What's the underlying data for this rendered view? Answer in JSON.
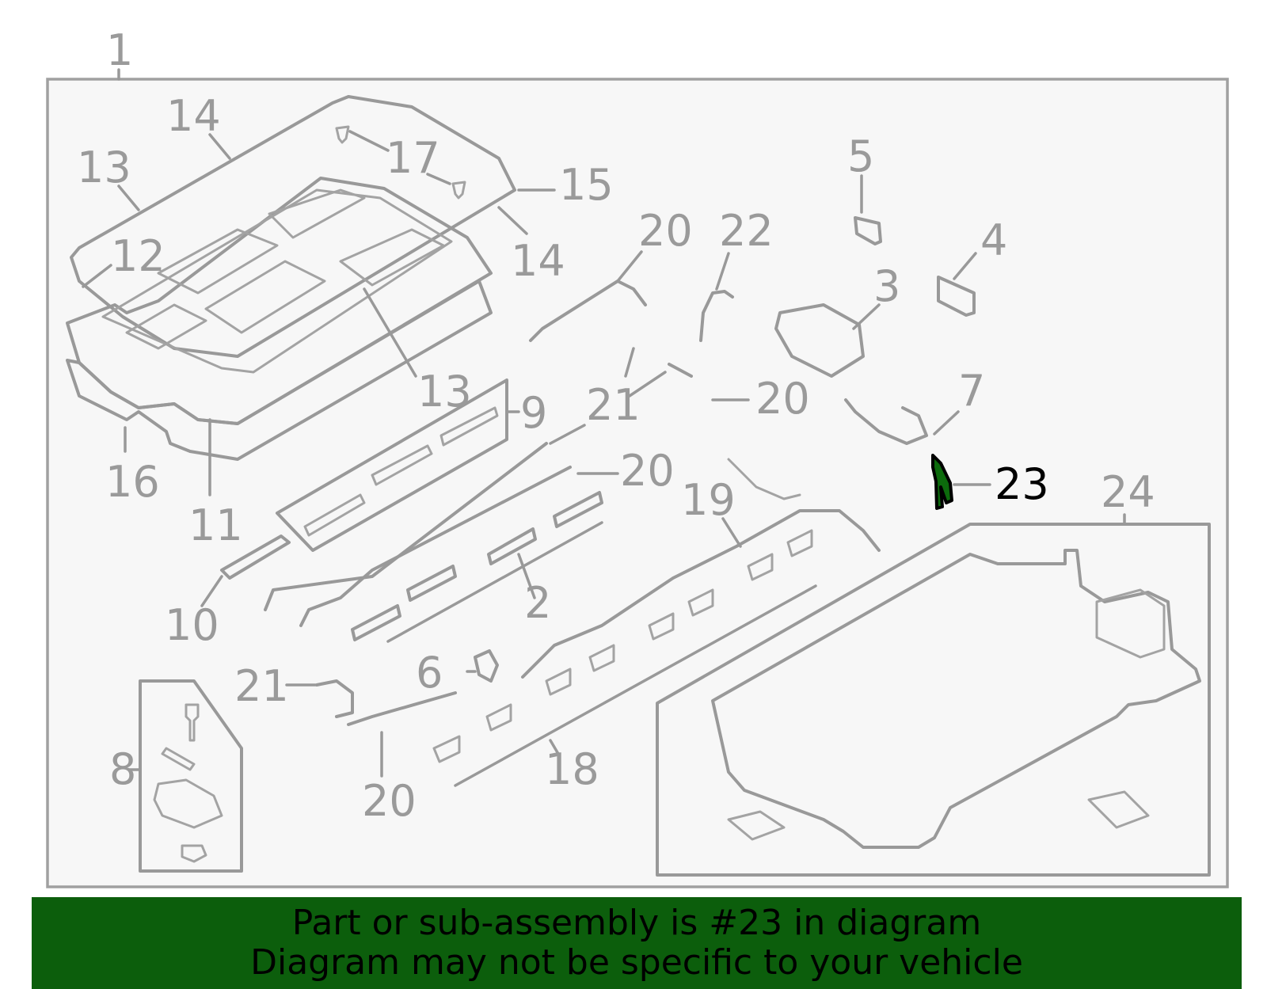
{
  "callouts": {
    "c1": "1",
    "c2": "2",
    "c3": "3",
    "c4": "4",
    "c5": "5",
    "c6": "6",
    "c7": "7",
    "c8": "8",
    "c9": "9",
    "c10": "10",
    "c11": "11",
    "c12": "12",
    "c13a": "13",
    "c13b": "13",
    "c14a": "14",
    "c14b": "14",
    "c15": "15",
    "c16": "16",
    "c17": "17",
    "c18": "18",
    "c19": "19",
    "c20a": "20",
    "c20b": "20",
    "c20c": "20",
    "c20d": "20",
    "c21a": "21",
    "c21b": "21",
    "c22": "22",
    "c23": "23",
    "c24": "24"
  },
  "highlight": {
    "part": "23",
    "color": "#0c6b0c"
  },
  "colors": {
    "banner": "#0c5e0c",
    "parts": "#999999",
    "frame_fill": "#f7f7f7"
  },
  "banner": {
    "line1": "Part or sub-assembly is #23 in diagram",
    "line2": "Diagram may not be specific to your vehicle"
  }
}
